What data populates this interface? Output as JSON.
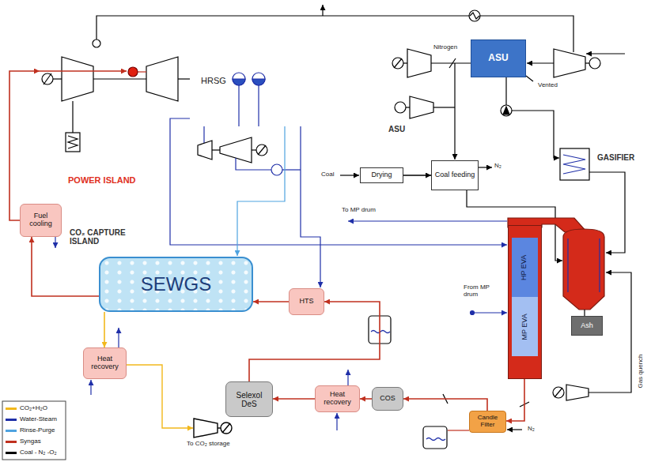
{
  "diagram": {
    "nodes": [
      {
        "text": [
          "POWER ISLAND"
        ]
      },
      {
        "text": [
          "HRSG"
        ],
        "in": 0
      },
      {
        "text": [
          "ASU"
        ]
      },
      {
        "text": [
          "ASU"
        ],
        "in": 2
      },
      {
        "text": [
          "GASIFIER"
        ]
      },
      {
        "text": [
          "Drying"
        ],
        "in": 4
      },
      {
        "text": [
          "Coal feeding"
        ],
        "in": 4
      },
      {
        "text": [
          "HP EVA",
          "MP EVA"
        ],
        "in": 4
      },
      {
        "text": [
          "Ash"
        ],
        "in": 4
      },
      {
        "text": [
          "Candle Filter"
        ],
        "in": 4
      },
      {
        "text": [
          "CO₂ CAPTURE ISLAND"
        ]
      },
      {
        "text": [
          "Fuel cooling"
        ],
        "in": 10
      },
      {
        "text": [
          "SEWGS"
        ],
        "in": 10
      },
      {
        "text": [
          "HTS"
        ],
        "in": 10
      },
      {
        "text": [
          "Heat recovery"
        ],
        "in": 10
      },
      {
        "text": [
          "Selexol DeS"
        ],
        "in": 10
      },
      {
        "text": [
          "Heat recovery"
        ],
        "in": 10
      },
      {
        "text": [
          "COS"
        ],
        "in": 10
      }
    ],
    "edges": [
      {
        "from": 5,
        "to": 6,
        "arrow": "to"
      },
      {
        "from": 7,
        "to": 9,
        "arrow": "to"
      },
      {
        "from": 9,
        "to": 17,
        "arrow": "to"
      },
      {
        "from": 17,
        "to": 16,
        "arrow": "to"
      },
      {
        "from": 16,
        "to": 15,
        "arrow": "to"
      },
      {
        "from": 15,
        "to": 13,
        "arrow": "to"
      },
      {
        "from": 13,
        "to": 12,
        "arrow": "to"
      },
      {
        "from": 12,
        "to": 11,
        "arrow": "to"
      },
      {
        "from": 11,
        "to": 0,
        "arrow": "to"
      },
      {
        "from": 12,
        "to": 14,
        "arrow": "to"
      }
    ],
    "labels": [
      "Nitrogen",
      "Vented",
      "Coal",
      "N₂",
      "To MP drum",
      "From MP drum",
      "Gas quench",
      "N₂",
      "To CO₂ storage"
    ],
    "legend": [
      {
        "text": "CO₂+H₂O",
        "color": "#f2b81c"
      },
      {
        "text": "Water-Steam",
        "color": "#1f2fa8"
      },
      {
        "text": "Rinse-Purge",
        "color": "#4fa3e0"
      },
      {
        "text": "Syngas",
        "color": "#c0301f"
      },
      {
        "text": "Coal - N₂ -O₂",
        "color": "#000000"
      }
    ]
  }
}
